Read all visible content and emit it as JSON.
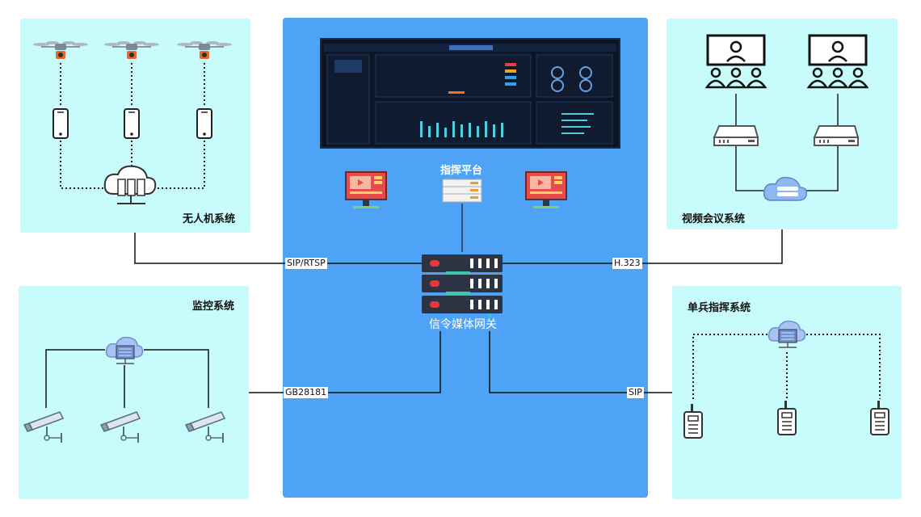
{
  "systems": {
    "drone": "无人机系统",
    "video_conf": "视频会议系统",
    "monitoring": "监控系统",
    "soldier": "单兵指挥系统"
  },
  "center": {
    "platform": "指挥平台",
    "gateway": "信令媒体网关"
  },
  "connections": {
    "sip_rtsp": "SIP/RTSP",
    "h323": "H.323",
    "gb28181": "GB28181",
    "sip": "SIP"
  },
  "colors": {
    "panel": "#c8fbfb",
    "center": "#4fa3f7",
    "server": "#2c3444",
    "server_led": "#e23b3b"
  }
}
